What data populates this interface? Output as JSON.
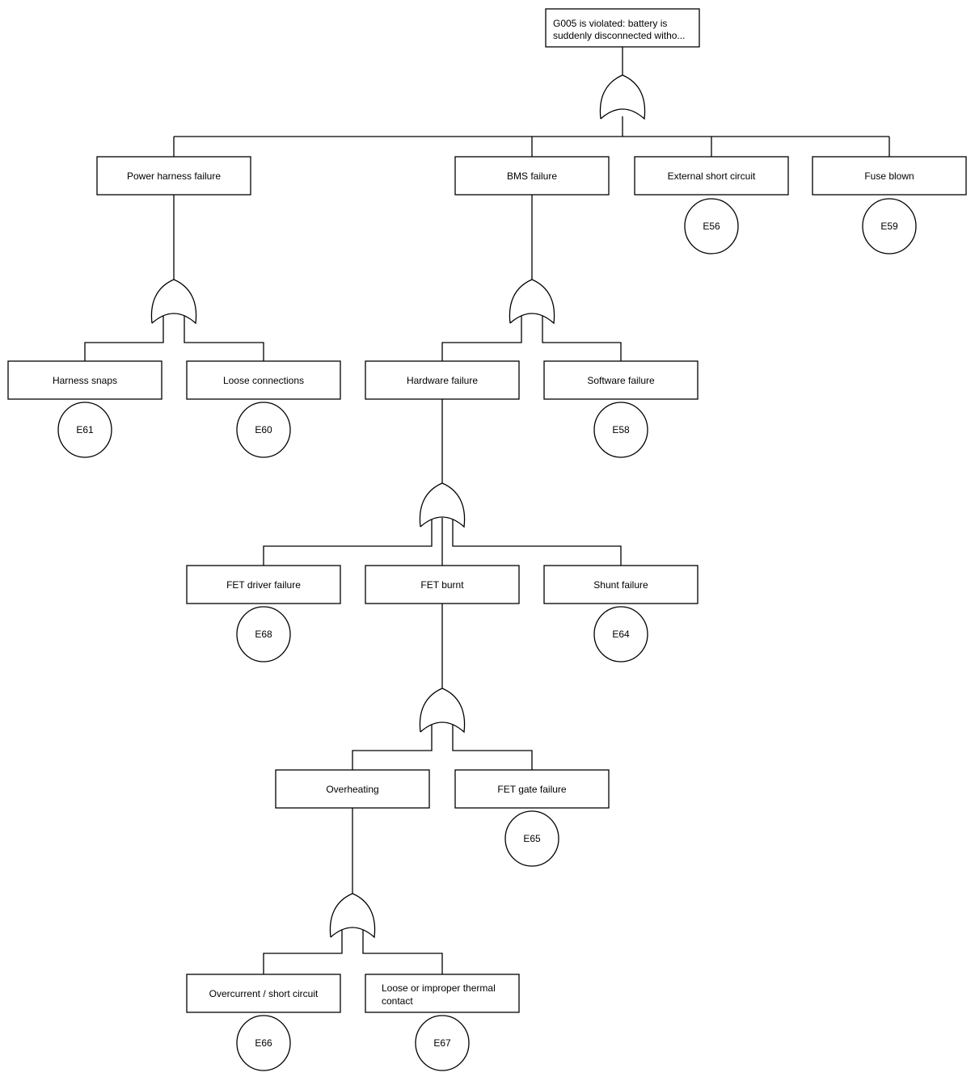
{
  "colors": {
    "line": "#000000",
    "node_fill": "#ffffff",
    "background": "#ffffff",
    "text": "#000000"
  },
  "gate_symbol": "OR",
  "root": {
    "lines": [
      "G005 is violated: battery is",
      "suddenly disconnected witho..."
    ]
  },
  "nodes": {
    "power_harness": {
      "label": "Power harness failure"
    },
    "bms": {
      "label": "BMS failure"
    },
    "external_short_circuit": {
      "label": "External short circuit"
    },
    "fuse_blown": {
      "label": "Fuse blown"
    },
    "harness_snaps": {
      "label": "Harness snaps"
    },
    "loose_connections": {
      "label": "Loose connections"
    },
    "hardware_failure": {
      "label": "Hardware failure"
    },
    "software_failure": {
      "label": "Software failure"
    },
    "fet_driver_failure": {
      "label": "FET driver failure"
    },
    "fet_burnt": {
      "label": "FET burnt"
    },
    "shunt_failure": {
      "label": "Shunt failure"
    },
    "overheating": {
      "label": "Overheating"
    },
    "fet_gate_failure": {
      "label": "FET gate failure"
    },
    "overcurrent_short_circuit": {
      "label": "Overcurrent / short circuit"
    },
    "thermal_contact": {
      "lines": [
        "Loose or improper thermal",
        "contact"
      ]
    }
  },
  "events": {
    "e56": "E56",
    "e59": "E59",
    "e61": "E61",
    "e60": "E60",
    "e58": "E58",
    "e68": "E68",
    "e64": "E64",
    "e65": "E65",
    "e66": "E66",
    "e67": "E67"
  }
}
